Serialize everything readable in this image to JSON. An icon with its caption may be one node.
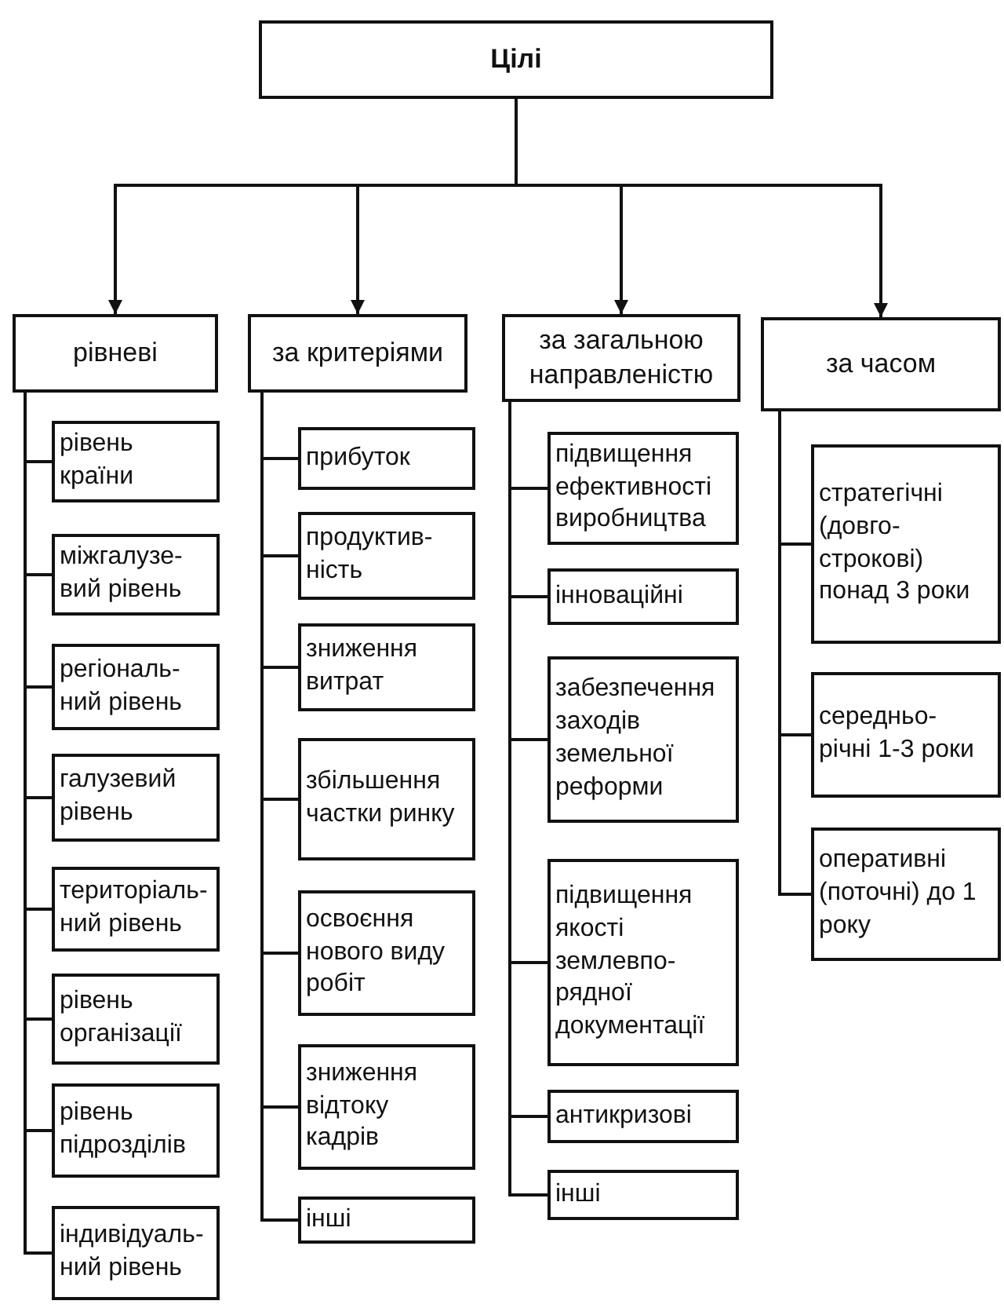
{
  "diagram": {
    "nodes": [
      {
        "text": [
          "Цілі"
        ]
      },
      {
        "text": [
          "рівневі"
        ]
      },
      {
        "text": [
          "за критеріями"
        ]
      },
      {
        "text": [
          "за загальною направленістю"
        ]
      },
      {
        "text": [
          "за часом"
        ]
      },
      {
        "text": [
          "рівень країни"
        ]
      },
      {
        "text": [
          "міжгалузе- вий рівень"
        ]
      },
      {
        "text": [
          "регіональ- ний рівень"
        ]
      },
      {
        "text": [
          "галузевий рівень"
        ]
      },
      {
        "text": [
          "територіаль- ний рівень"
        ]
      },
      {
        "text": [
          "рівень організації"
        ]
      },
      {
        "text": [
          "рівень підрозділів"
        ]
      },
      {
        "text": [
          "індивідуаль- ний рівень"
        ]
      },
      {
        "text": [
          "прибуток"
        ]
      },
      {
        "text": [
          "продуктив- ність"
        ]
      },
      {
        "text": [
          "зниження витрат"
        ]
      },
      {
        "text": [
          "збільшення частки ринку"
        ]
      },
      {
        "text": [
          "освоєння нового виду робіт"
        ]
      },
      {
        "text": [
          "зниження відтоку кадрів"
        ]
      },
      {
        "text": [
          "інші"
        ]
      },
      {
        "text": [
          "підвищення ефективності виробництва"
        ]
      },
      {
        "text": [
          "інноваційні"
        ]
      },
      {
        "text": [
          "забезпечення заходів земельної реформи"
        ]
      },
      {
        "text": [
          "підвищення якості землевпо- рядної документації"
        ]
      },
      {
        "text": [
          "антикризові"
        ]
      },
      {
        "text": [
          "інші"
        ]
      },
      {
        "text": [
          "стратегічні (довго- строкові) понад 3 роки"
        ]
      },
      {
        "text": [
          "середньо- річні 1-3 роки"
        ]
      },
      {
        "text": [
          "оперативні (поточні) до 1 року"
        ]
      }
    ],
    "edges": [
      {
        "from": 0,
        "to": 1,
        "arrow": "to"
      },
      {
        "from": 0,
        "to": 2,
        "arrow": "to"
      },
      {
        "from": 0,
        "to": 3,
        "arrow": "to"
      },
      {
        "from": 0,
        "to": 4,
        "arrow": "to"
      },
      {
        "from": 1,
        "to": 5,
        "arrow": "none"
      },
      {
        "from": 1,
        "to": 6,
        "arrow": "none"
      },
      {
        "from": 1,
        "to": 7,
        "arrow": "none"
      },
      {
        "from": 1,
        "to": 8,
        "arrow": "none"
      },
      {
        "from": 1,
        "to": 9,
        "arrow": "none"
      },
      {
        "from": 1,
        "to": 10,
        "arrow": "none"
      },
      {
        "from": 1,
        "to": 11,
        "arrow": "none"
      },
      {
        "from": 1,
        "to": 12,
        "arrow": "none"
      },
      {
        "from": 2,
        "to": 13,
        "arrow": "none"
      },
      {
        "from": 2,
        "to": 14,
        "arrow": "none"
      },
      {
        "from": 2,
        "to": 15,
        "arrow": "none"
      },
      {
        "from": 2,
        "to": 16,
        "arrow": "none"
      },
      {
        "from": 2,
        "to": 17,
        "arrow": "none"
      },
      {
        "from": 2,
        "to": 18,
        "arrow": "none"
      },
      {
        "from": 2,
        "to": 19,
        "arrow": "none"
      },
      {
        "from": 3,
        "to": 20,
        "arrow": "none"
      },
      {
        "from": 3,
        "to": 21,
        "arrow": "none"
      },
      {
        "from": 3,
        "to": 22,
        "arrow": "none"
      },
      {
        "from": 3,
        "to": 23,
        "arrow": "none"
      },
      {
        "from": 3,
        "to": 24,
        "arrow": "none"
      },
      {
        "from": 3,
        "to": 25,
        "arrow": "none"
      },
      {
        "from": 4,
        "to": 26,
        "arrow": "none"
      },
      {
        "from": 4,
        "to": 27,
        "arrow": "none"
      },
      {
        "from": 4,
        "to": 28,
        "arrow": "none"
      }
    ]
  }
}
